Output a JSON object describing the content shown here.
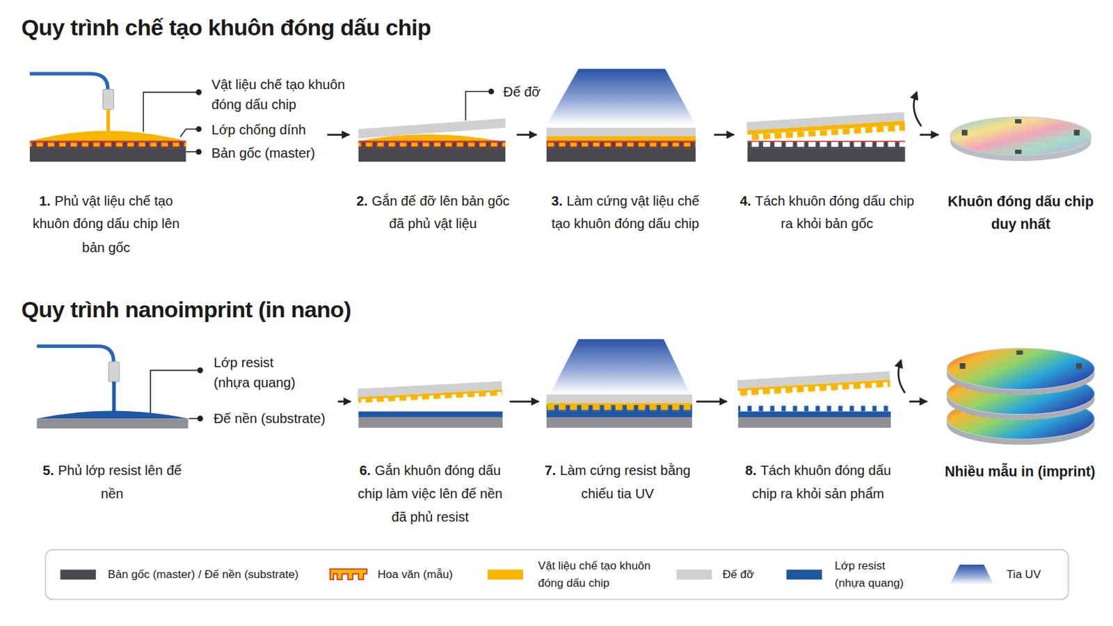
{
  "diagram": {
    "nodes": [
      {
        "text": [
          "1.",
          "Phủ vật liệu chế tạo khuôn đóng dấu chip lên bản gốc"
        ]
      },
      {
        "text": [
          "2.",
          "Gắn đế đỡ lên bản gốc đã phủ vật liệu"
        ]
      },
      {
        "text": [
          "3.",
          "Làm cứng vật liệu chế tạo khuôn đóng dấu chip"
        ]
      },
      {
        "text": [
          "4.",
          "Tách khuôn đóng dấu chip ra khỏi bản gốc"
        ]
      },
      {
        "text": [
          "Khuôn đóng dấu chip duy nhất"
        ]
      },
      {
        "text": [
          "5.",
          "Phủ lớp resist lên đế nền"
        ]
      },
      {
        "text": [
          "6.",
          "Gắn khuôn đóng dấu chip làm việc lên đế nền đã phủ resist"
        ]
      },
      {
        "text": [
          "7.",
          "Làm cứng resist bằng chiếu tia UV"
        ]
      },
      {
        "text": [
          "8.",
          "Tách khuôn đóng dấu chip ra khỏi sản phẩm"
        ]
      },
      {
        "text": [
          "Nhiều mẫu in (imprint)"
        ]
      }
    ],
    "edges": [
      {
        "from": 0,
        "to": 1,
        "arrow": "to"
      },
      {
        "from": 1,
        "to": 2,
        "arrow": "to"
      },
      {
        "from": 2,
        "to": 3,
        "arrow": "to"
      },
      {
        "from": 3,
        "to": 4,
        "arrow": "to"
      },
      {
        "from": 5,
        "to": 6,
        "arrow": "to"
      },
      {
        "from": 6,
        "to": 7,
        "arrow": "to"
      },
      {
        "from": 7,
        "to": 8,
        "arrow": "to"
      },
      {
        "from": 8,
        "to": 9,
        "arrow": "to"
      }
    ],
    "labels": [
      "Quy trình chế tạo khuôn đóng dấu chip",
      "Vật liệu chế tạo khuôn đóng dấu chip",
      "Lớp chống dính",
      "Bản gốc (master)",
      "Đế đỡ",
      "Quy trình nanoimprint (in nano)",
      "Lớp resist (nhựa quang)",
      "Đế nền (substrate)"
    ],
    "legend": [
      {
        "text": "Bản gốc (master) / Đế nền (substrate)",
        "color": "#47494d"
      },
      {
        "text": "Hoa văn (mẫu)"
      },
      {
        "text": "Vật liệu chế tạo khuôn đóng dấu chip",
        "color": "#f7b500"
      },
      {
        "text": "Đế đỡ",
        "color": "#d0d0d0"
      },
      {
        "text": "Lớp resist (nhựa quang)",
        "color": "#1f57a4"
      },
      {
        "text": "Tia UV"
      }
    ]
  }
}
